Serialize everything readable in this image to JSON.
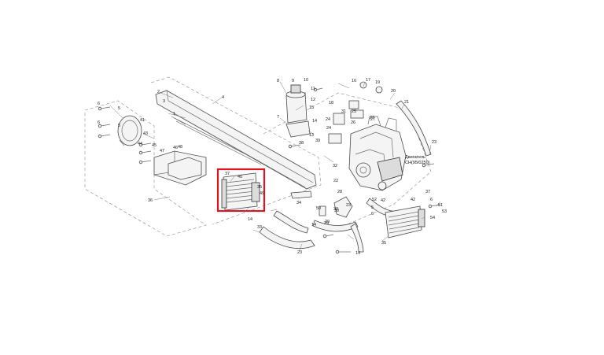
{
  "diagram": {
    "engine_label": "Двигатель",
    "engine_model": "CH(95/0250)",
    "highlight_color": "#e0141e",
    "callouts": [
      {
        "id": "c1",
        "text": "1"
      },
      {
        "id": "c2",
        "text": "2"
      },
      {
        "id": "c3",
        "text": "4"
      },
      {
        "id": "c4",
        "text": "6"
      },
      {
        "id": "c5",
        "text": "5"
      },
      {
        "id": "c6",
        "text": "6"
      },
      {
        "id": "c7",
        "text": "5"
      },
      {
        "id": "c8",
        "text": "10"
      },
      {
        "id": "c9",
        "text": "11"
      },
      {
        "id": "c10",
        "text": "12"
      },
      {
        "id": "c11",
        "text": "7"
      },
      {
        "id": "c12",
        "text": "15"
      },
      {
        "id": "c13",
        "text": "14"
      },
      {
        "id": "c14",
        "text": "13"
      },
      {
        "id": "c15",
        "text": "16"
      },
      {
        "id": "c16",
        "text": "17"
      },
      {
        "id": "c17",
        "text": "18"
      },
      {
        "id": "c18",
        "text": "19"
      },
      {
        "id": "c19",
        "text": "20"
      },
      {
        "id": "c20",
        "text": "21"
      },
      {
        "id": "c21",
        "text": "22"
      },
      {
        "id": "c22",
        "text": "23"
      },
      {
        "id": "c23",
        "text": "24"
      },
      {
        "id": "c24",
        "text": "25"
      },
      {
        "id": "c25",
        "text": "26"
      },
      {
        "id": "c26",
        "text": "27"
      },
      {
        "id": "c27",
        "text": "28"
      },
      {
        "id": "c28",
        "text": "29"
      },
      {
        "id": "c29",
        "text": "30"
      },
      {
        "id": "c30",
        "text": "31"
      },
      {
        "id": "c31",
        "text": "32"
      },
      {
        "id": "c32",
        "text": "33"
      },
      {
        "id": "c33",
        "text": "34"
      },
      {
        "id": "c34",
        "text": "35"
      },
      {
        "id": "c35",
        "text": "36"
      },
      {
        "id": "c36",
        "text": "37"
      },
      {
        "id": "c37",
        "text": "38"
      },
      {
        "id": "c38",
        "text": "39"
      },
      {
        "id": "c39",
        "text": "40"
      },
      {
        "id": "c40",
        "text": "41"
      },
      {
        "id": "c41",
        "text": "42"
      },
      {
        "id": "c42",
        "text": "43"
      },
      {
        "id": "c43",
        "text": "44"
      },
      {
        "id": "c44",
        "text": "45"
      },
      {
        "id": "c45",
        "text": "46"
      },
      {
        "id": "c46",
        "text": "47"
      },
      {
        "id": "c47",
        "text": "48"
      },
      {
        "id": "c48",
        "text": "49"
      },
      {
        "id": "c49",
        "text": "50"
      },
      {
        "id": "c50",
        "text": "51"
      },
      {
        "id": "c51",
        "text": "52"
      },
      {
        "id": "c52",
        "text": "53"
      },
      {
        "id": "c53",
        "text": "54"
      },
      {
        "id": "c54",
        "text": "14"
      },
      {
        "id": "c55",
        "text": "23"
      },
      {
        "id": "c56",
        "text": "14"
      },
      {
        "id": "c57",
        "text": "14"
      },
      {
        "id": "c58",
        "text": "23"
      },
      {
        "id": "c59",
        "text": "29"
      },
      {
        "id": "c60",
        "text": "30"
      },
      {
        "id": "c61",
        "text": "5"
      },
      {
        "id": "c62",
        "text": "42"
      },
      {
        "id": "c63",
        "text": "6"
      },
      {
        "id": "c64",
        "text": "35"
      },
      {
        "id": "c65",
        "text": "37"
      },
      {
        "id": "c66",
        "text": "6"
      },
      {
        "id": "c67",
        "text": "27"
      },
      {
        "id": "c68",
        "text": "24"
      },
      {
        "id": "c69",
        "text": "8"
      },
      {
        "id": "c70",
        "text": "9"
      },
      {
        "id": "c71",
        "text": "3"
      }
    ]
  }
}
